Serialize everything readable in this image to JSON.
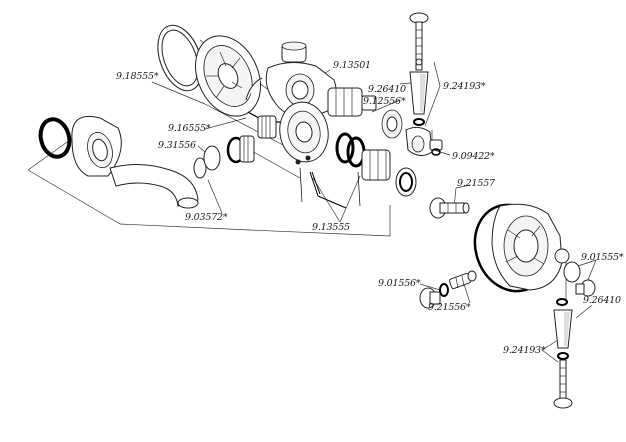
{
  "labels": [
    {
      "id": "p-918555",
      "text": "9.18555*"
    },
    {
      "id": "p-913501",
      "text": "9.13501"
    },
    {
      "id": "p-926410-top",
      "text": "9.26410"
    },
    {
      "id": "p-912556",
      "text": "9.12556*"
    },
    {
      "id": "p-924193-top",
      "text": "9.24193*"
    },
    {
      "id": "p-916555",
      "text": "9.16555*"
    },
    {
      "id": "p-931556",
      "text": "9.31556"
    },
    {
      "id": "p-909422",
      "text": "9.09422*"
    },
    {
      "id": "p-921557",
      "text": "9.21557"
    },
    {
      "id": "p-903572",
      "text": "9.03572*"
    },
    {
      "id": "p-913555",
      "text": "9.13555"
    },
    {
      "id": "p-901555",
      "text": "9.01555*"
    },
    {
      "id": "p-901556",
      "text": "9.01556*"
    },
    {
      "id": "p-921556",
      "text": "9.21556*"
    },
    {
      "id": "p-926410-bottom",
      "text": "9.26410"
    },
    {
      "id": "p-924193-bottom",
      "text": "9.24193*"
    }
  ]
}
